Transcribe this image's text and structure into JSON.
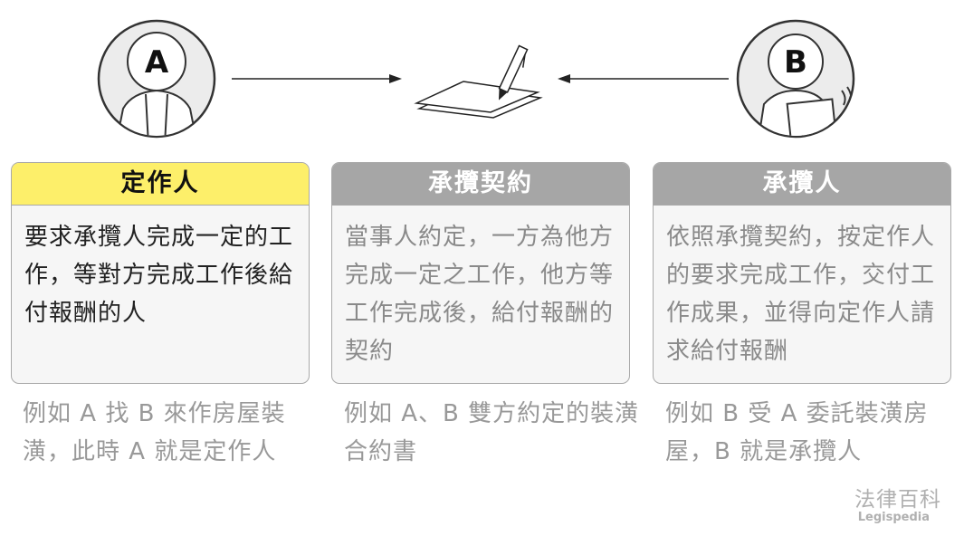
{
  "party_a": {
    "letter": "A"
  },
  "party_b": {
    "letter": "B"
  },
  "cards": [
    {
      "title": "定作人",
      "body": "要求承攬人完成一定的工作，等對方完成工作後給付報酬的人",
      "note": "例如 A 找 B 來作房屋裝潢，此時 A 就是定作人"
    },
    {
      "title": "承攬契約",
      "body": "當事人約定，一方為他方完成一定之工作，他方等工作完成後，給付報酬的契約",
      "note": "例如 A、B 雙方約定的裝潢合約書"
    },
    {
      "title": "承攬人",
      "body": "依照承攬契約，按定作人的要求完成工作，交付工作成果，並得向定作人請求給付報酬",
      "note": "例如 B 受 A 委託裝潢房屋，B 就是承攬人"
    }
  ],
  "logo": {
    "cn": "法律百科",
    "en": "Legispedia"
  }
}
